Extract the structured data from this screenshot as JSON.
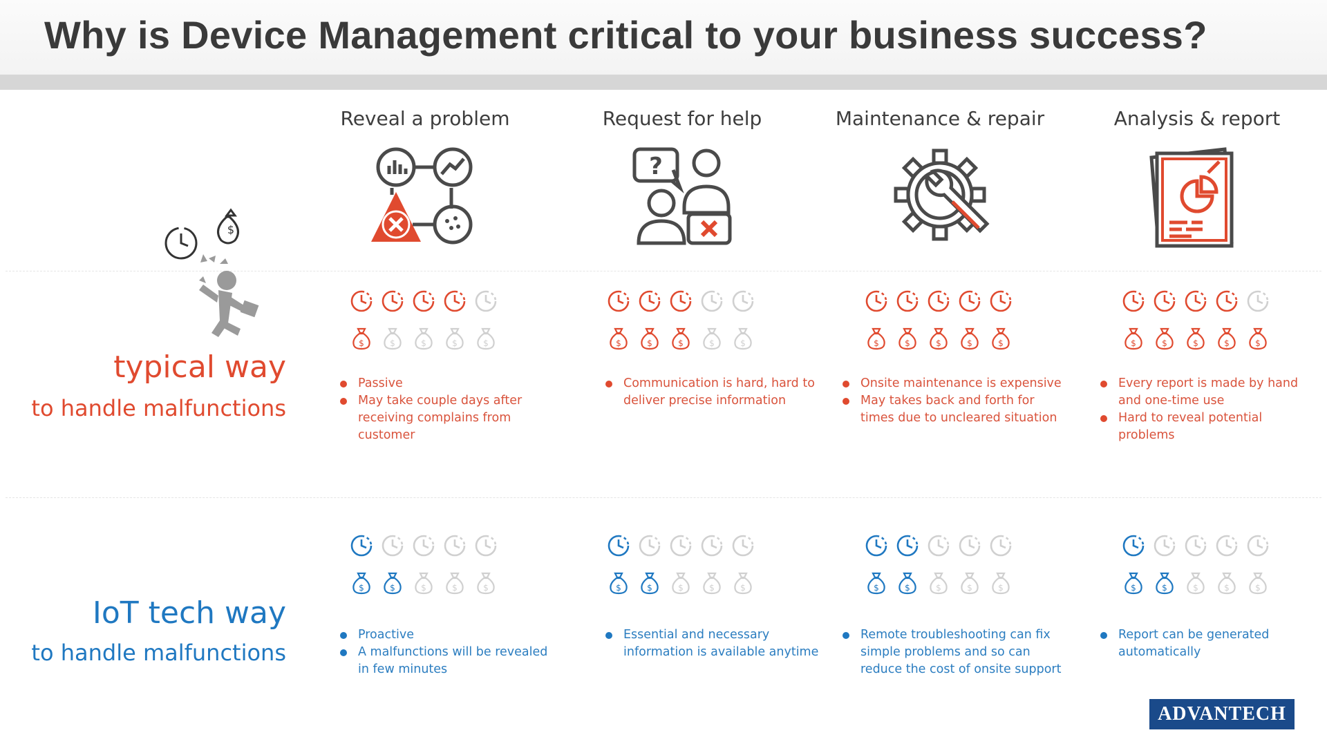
{
  "title": "Why is Device Management critical to your business success?",
  "colors": {
    "red": "#e04a2f",
    "blue": "#1f78c1",
    "gray": "#d0d0d0",
    "dark": "#4a4a4a"
  },
  "columns": [
    {
      "title": "Reveal a problem",
      "icon": "problem-network-icon"
    },
    {
      "title": "Request for help",
      "icon": "help-request-icon"
    },
    {
      "title": "Maintenance & repair",
      "icon": "gear-wrench-icon"
    },
    {
      "title": "Analysis & report",
      "icon": "report-chart-icon"
    }
  ],
  "typical": {
    "label_main": "typical way",
    "label_sub": "to handle malfunctions",
    "cells": [
      {
        "time": 4,
        "cost": 1,
        "bullets": [
          "Passive",
          "May take couple days after receiving complains from customer"
        ]
      },
      {
        "time": 3,
        "cost": 3,
        "bullets": [
          "Communication is hard, hard to deliver precise information"
        ]
      },
      {
        "time": 5,
        "cost": 5,
        "bullets": [
          "Onsite maintenance is expensive",
          "May takes back and forth for times due to uncleared situation"
        ]
      },
      {
        "time": 4,
        "cost": 5,
        "bullets": [
          "Every report is made by hand and one-time use",
          "Hard to reveal potential problems"
        ]
      }
    ]
  },
  "iot": {
    "label_main": "IoT tech way",
    "label_sub": "to handle malfunctions",
    "cells": [
      {
        "time": 1,
        "cost": 2,
        "bullets": [
          "Proactive",
          "A malfunctions will be revealed in few minutes"
        ]
      },
      {
        "time": 1,
        "cost": 2,
        "bullets": [
          "Essential and necessary information is available anytime"
        ]
      },
      {
        "time": 2,
        "cost": 2,
        "bullets": [
          "Remote troubleshooting can fix simple problems and so can reduce the cost of onsite support"
        ]
      },
      {
        "time": 1,
        "cost": 2,
        "bullets": [
          "Report can be generated automatically"
        ]
      }
    ],
    "max_icons": 5
  },
  "logo": "ADVANTECH"
}
